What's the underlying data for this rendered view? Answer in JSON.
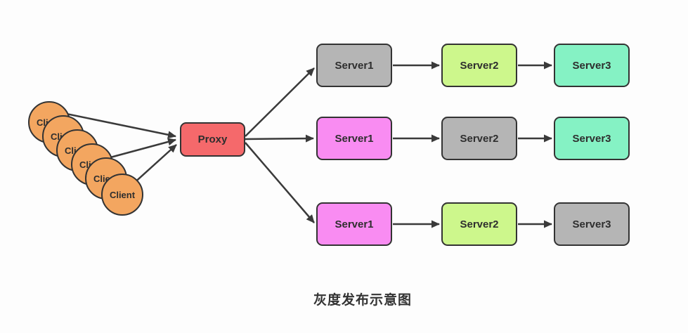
{
  "title": "灰度发布示意图",
  "colors": {
    "background": "#FDFDFD",
    "stroke": "#333333",
    "arrow": "#3A3A3A",
    "client_orange": "#F3A660",
    "proxy_red": "#F5696B",
    "server_gray": "#B5B5B5",
    "server_green": "#CDF78C",
    "server_mint": "#85F2C4",
    "server_magenta": "#F98CF2"
  },
  "clients": {
    "count": 6,
    "label": "Client",
    "fill": "#F3A660"
  },
  "proxy": {
    "label": "Proxy",
    "fill": "#F5696B"
  },
  "rows": [
    {
      "servers": [
        {
          "label": "Server1",
          "fill": "#B5B5B5"
        },
        {
          "label": "Server2",
          "fill": "#CDF78C"
        },
        {
          "label": "Server3",
          "fill": "#85F2C4"
        }
      ]
    },
    {
      "servers": [
        {
          "label": "Server1",
          "fill": "#F98CF2"
        },
        {
          "label": "Server2",
          "fill": "#B5B5B5"
        },
        {
          "label": "Server3",
          "fill": "#85F2C4"
        }
      ]
    },
    {
      "servers": [
        {
          "label": "Server1",
          "fill": "#F98CF2"
        },
        {
          "label": "Server2",
          "fill": "#CDF78C"
        },
        {
          "label": "Server3",
          "fill": "#B5B5B5"
        }
      ]
    }
  ]
}
